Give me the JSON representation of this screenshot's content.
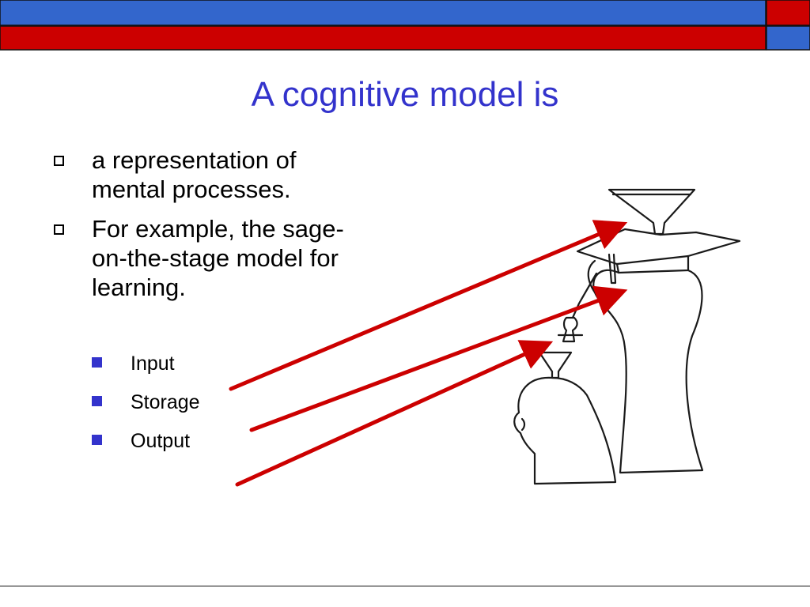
{
  "slide": {
    "title": "A cognitive model is",
    "bullets": [
      {
        "text": "a representation of mental processes."
      },
      {
        "text": "For example, the sage-on-the-stage model for learning."
      }
    ],
    "sub_bullets": [
      {
        "text": "Input"
      },
      {
        "text": "Storage"
      },
      {
        "text": "Output"
      }
    ]
  },
  "colors": {
    "top_bar": "#3366cc",
    "red_bar": "#cc0000",
    "title": "#3333cc",
    "arrow": "#cc0000"
  },
  "illustration": {
    "icons": [
      "funnel-icon",
      "graduation-cap-icon",
      "vase-figure",
      "faucet-icon",
      "head-figure"
    ]
  }
}
